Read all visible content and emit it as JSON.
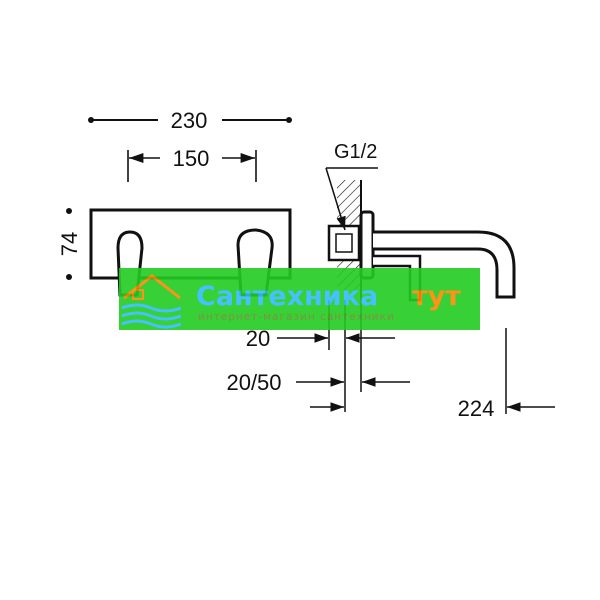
{
  "dimensions": {
    "overall_width": "230",
    "handle_spacing": "150",
    "plate_height": "74",
    "thread": "G1/2",
    "wall_gap": "20",
    "wall_range": "20/50",
    "spout_reach": "224"
  },
  "watermark": {
    "title_part1": "Сантехника",
    "title_part2": "тут",
    "subtitle": "интернет-магазин сантехники",
    "color_banner": "#22cc22",
    "color_title1": "#33bbff",
    "color_title2": "#ff8800",
    "color_sub": "#6e8a2e"
  },
  "colors": {
    "line": "#111111",
    "background": "#ffffff"
  }
}
